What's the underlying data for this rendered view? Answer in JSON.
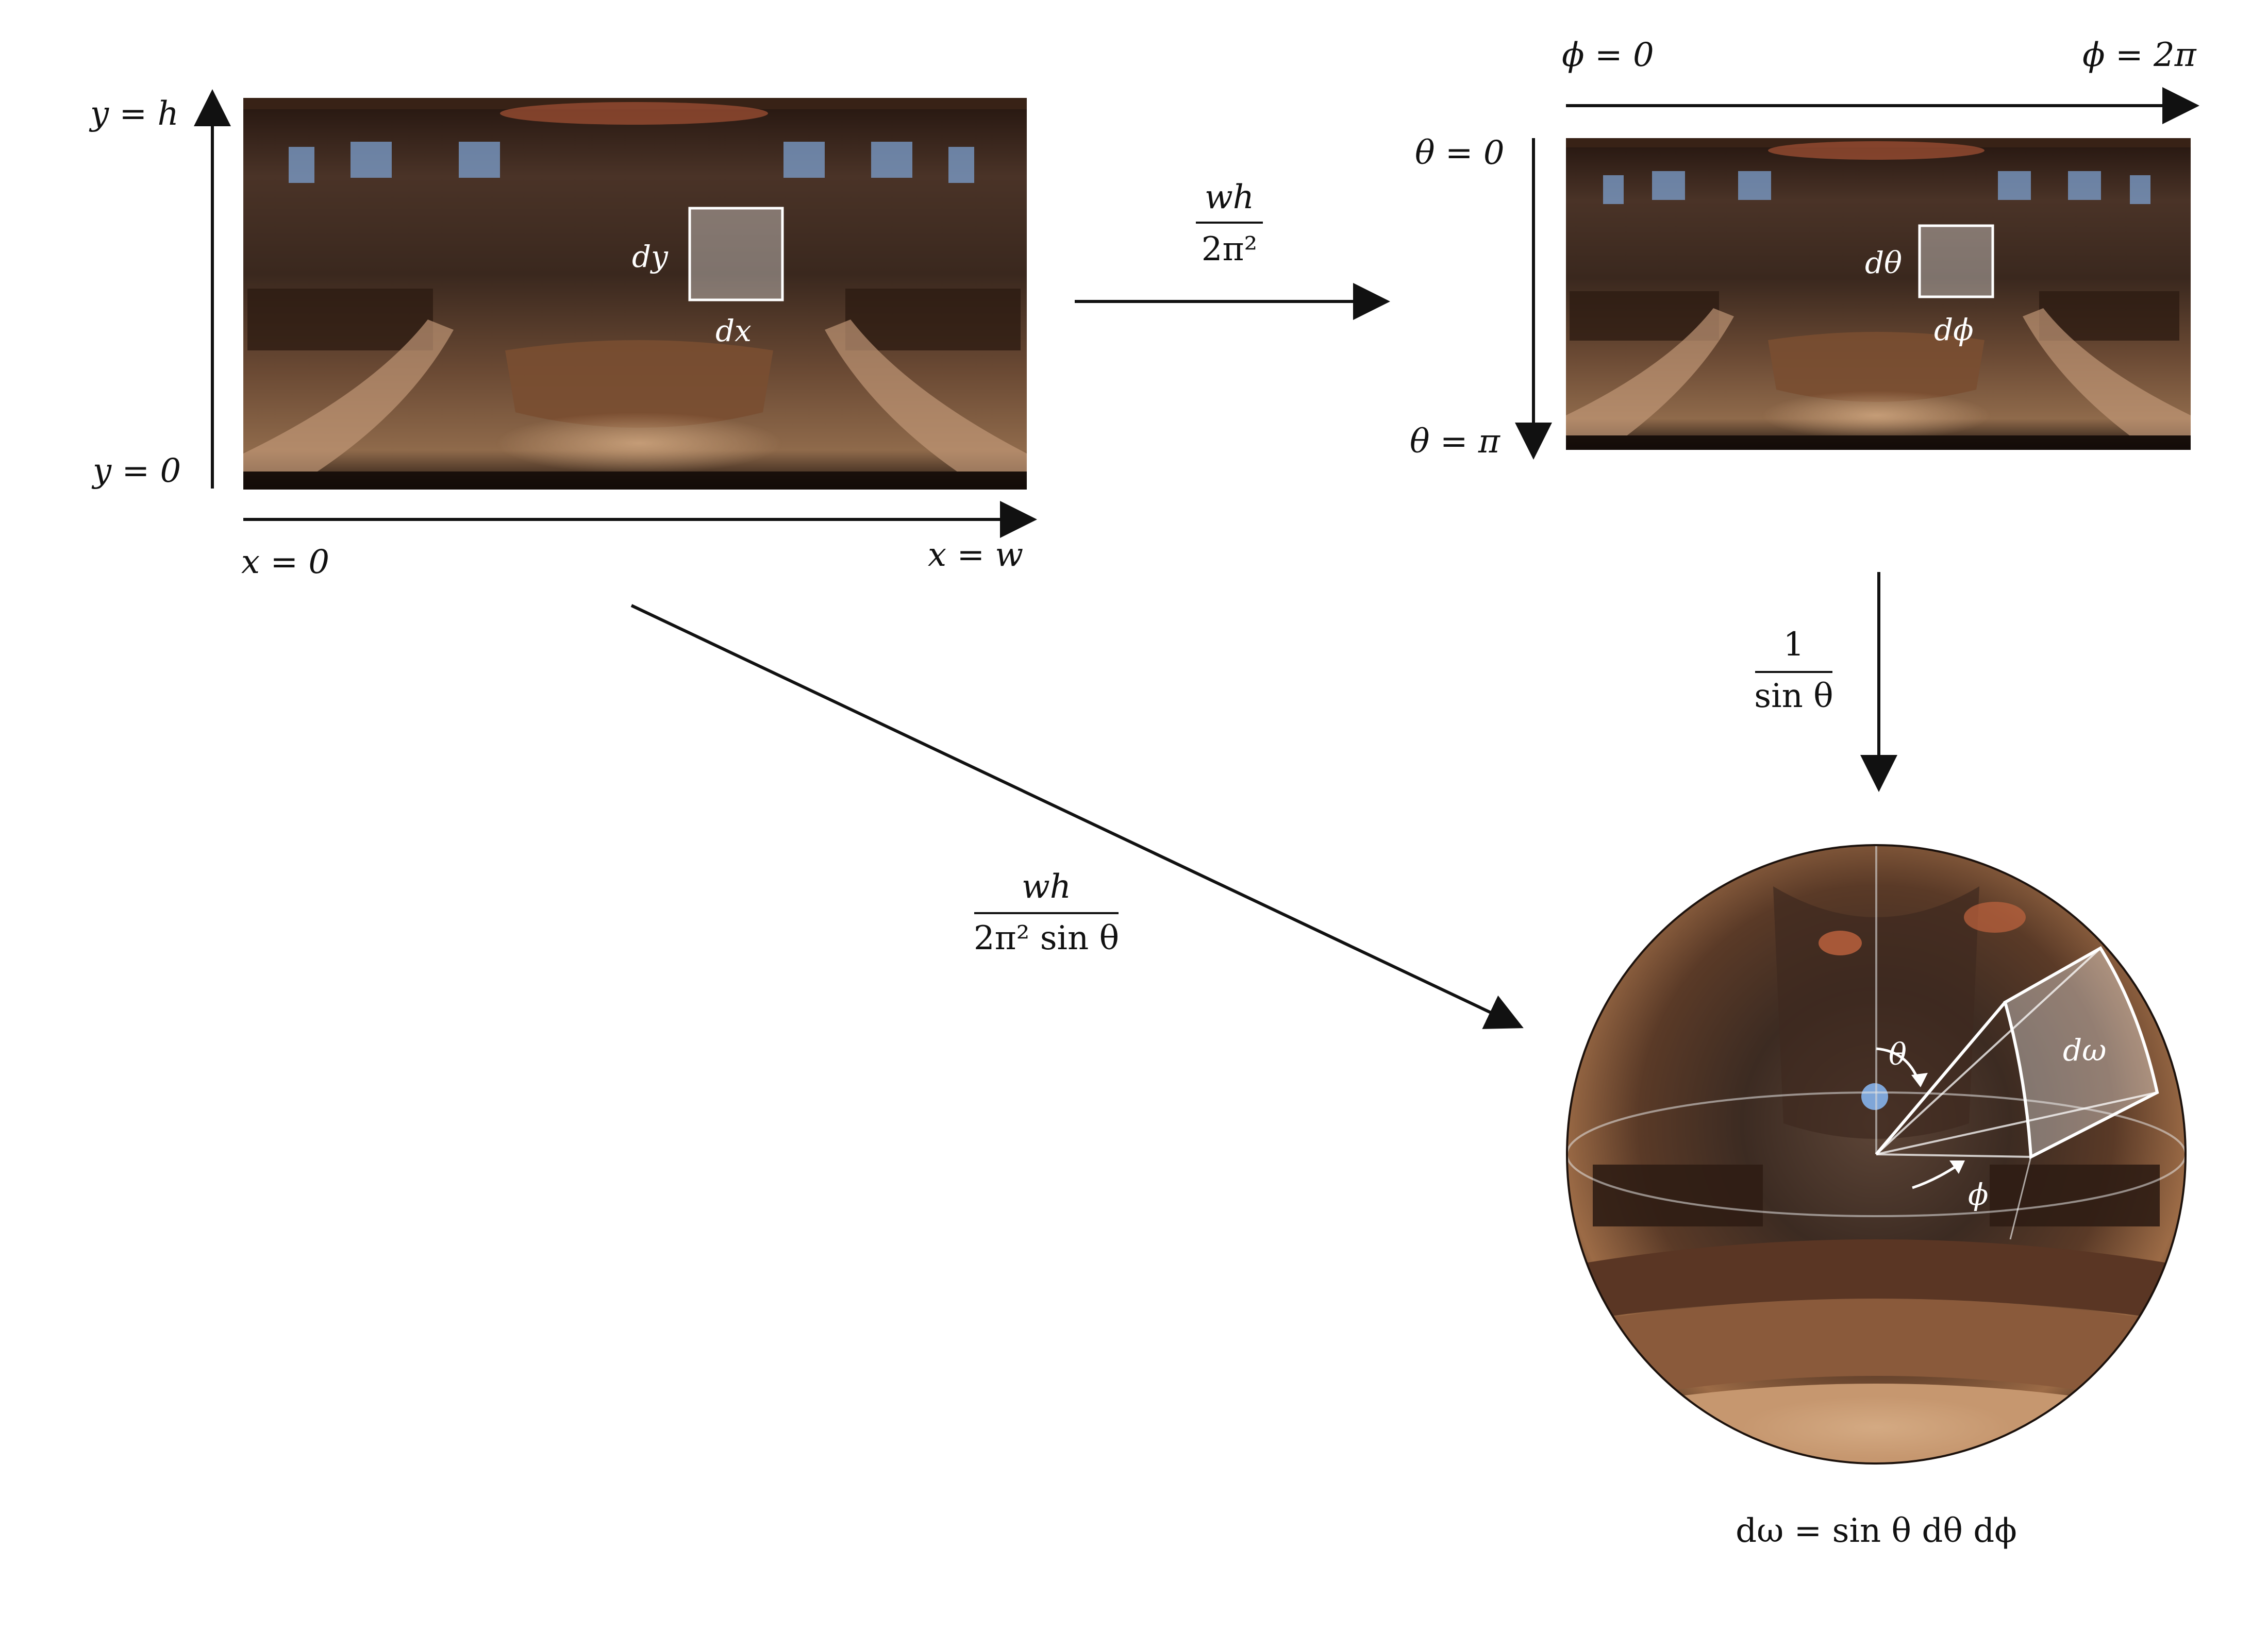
{
  "colors": {
    "ink": "#111111",
    "photo_dark": "#2a1b14",
    "photo_mid": "#5b3c2b",
    "photo_warm": "#a96f47",
    "photo_light": "#d9b490",
    "window_blue": "#7fa6d8",
    "overlay_white": "#ffffff"
  },
  "panel_equirect": {
    "y_top_label": "y = h",
    "y_bottom_label": "y = 0",
    "x_left_label": "x = 0",
    "x_right_label": "x = w",
    "dx_label": "dx",
    "dy_label": "dy"
  },
  "panel_spherical": {
    "phi_left_label": "ϕ = 0",
    "phi_right_label": "ϕ = 2π",
    "theta_top_label": "θ = 0",
    "theta_bottom_label": "θ = π",
    "dtheta_label": "dθ",
    "dphi_label": "dϕ"
  },
  "arrow_equirect_to_spherical": {
    "numerator": "wh",
    "denominator": "2π²"
  },
  "arrow_spherical_to_sphere": {
    "numerator": "1",
    "denominator": "sin θ"
  },
  "arrow_equirect_to_sphere": {
    "numerator": "wh",
    "denominator": "2π² sin θ"
  },
  "sphere": {
    "theta_label": "θ",
    "phi_label": "ϕ",
    "domega_label": "dω",
    "formula": "dω = sin θ dθ dϕ"
  }
}
